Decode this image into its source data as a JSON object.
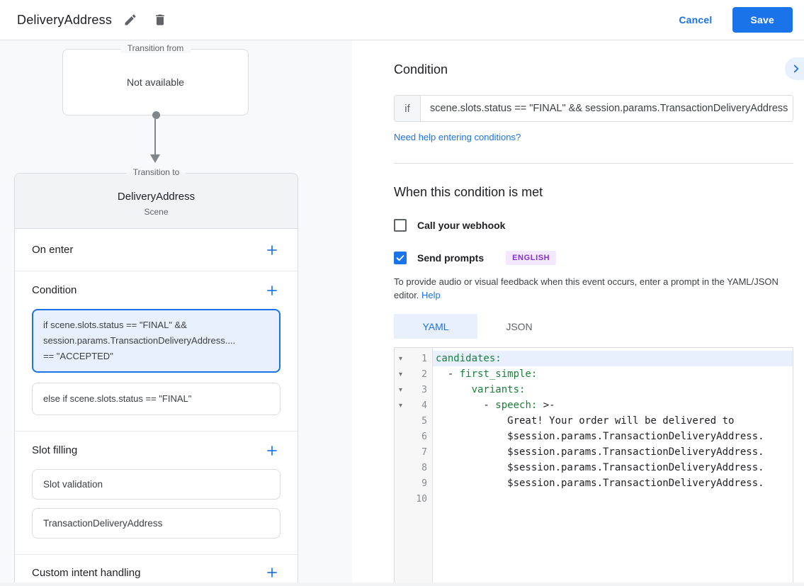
{
  "header": {
    "title": "DeliveryAddress",
    "cancel_label": "Cancel",
    "save_label": "Save"
  },
  "left_panel": {
    "transition_from": {
      "label": "Transition from",
      "value": "Not available"
    },
    "transition_to": {
      "label": "Transition to",
      "scene_name": "DeliveryAddress",
      "scene_type": "Scene"
    },
    "on_enter_label": "On enter",
    "condition_label": "Condition",
    "condition_cards": [
      {
        "selected": true,
        "lines": [
          "if scene.slots.status == \"FINAL\" &&",
          "session.params.TransactionDeliveryAddress....",
          "== \"ACCEPTED\""
        ]
      },
      {
        "selected": false,
        "lines": [
          "else if scene.slots.status == \"FINAL\""
        ]
      }
    ],
    "slot_filling_label": "Slot filling",
    "slot_cards": [
      "Slot validation",
      "TransactionDeliveryAddress"
    ],
    "custom_intent_label": "Custom intent handling"
  },
  "right_panel": {
    "condition_title": "Condition",
    "if_label": "if",
    "if_value": "scene.slots.status == \"FINAL\" && session.params.TransactionDeliveryAddress",
    "help_link": "Need help entering conditions?",
    "when_title": "When this condition is met",
    "webhook": {
      "label": "Call your webhook",
      "checked": false
    },
    "send_prompts": {
      "label": "Send prompts",
      "checked": true,
      "badge": "ENGLISH"
    },
    "hint_text": "To provide audio or visual feedback when this event occurs, enter a prompt in the YAML/JSON editor.",
    "hint_help_label": "Help",
    "tabs": [
      {
        "label": "YAML",
        "active": true
      },
      {
        "label": "JSON",
        "active": false
      }
    ],
    "editor": {
      "fold_icon": "▾",
      "lines": [
        {
          "n": "1",
          "fold": true,
          "hl": true,
          "parts": [
            [
              "k",
              "candidates:"
            ]
          ]
        },
        {
          "n": "2",
          "fold": true,
          "hl": false,
          "parts": [
            [
              "p",
              "  - "
            ],
            [
              "k",
              "first_simple:"
            ]
          ]
        },
        {
          "n": "3",
          "fold": true,
          "hl": false,
          "parts": [
            [
              "p",
              "      "
            ],
            [
              "k",
              "variants:"
            ]
          ]
        },
        {
          "n": "4",
          "fold": true,
          "hl": false,
          "parts": [
            [
              "p",
              "        - "
            ],
            [
              "k",
              "speech:"
            ],
            [
              "p",
              " >-"
            ]
          ]
        },
        {
          "n": "5",
          "fold": false,
          "hl": false,
          "parts": [
            [
              "p",
              "            Great! Your order will be delivered to"
            ]
          ]
        },
        {
          "n": "6",
          "fold": false,
          "hl": false,
          "parts": [
            [
              "p",
              "            $session.params.TransactionDeliveryAddress."
            ]
          ]
        },
        {
          "n": "7",
          "fold": false,
          "hl": false,
          "parts": [
            [
              "p",
              "            $session.params.TransactionDeliveryAddress."
            ]
          ]
        },
        {
          "n": "8",
          "fold": false,
          "hl": false,
          "parts": [
            [
              "p",
              "            $session.params.TransactionDeliveryAddress."
            ]
          ]
        },
        {
          "n": "9",
          "fold": false,
          "hl": false,
          "parts": [
            [
              "p",
              "            $session.params.TransactionDeliveryAddress."
            ]
          ]
        },
        {
          "n": "10",
          "fold": false,
          "hl": false,
          "parts": []
        }
      ]
    }
  },
  "colors": {
    "accent": "#1a73e8",
    "selected_bg": "#e8f0fe",
    "yaml_key_green": "#188038",
    "badge_bg": "#f3e8fd",
    "badge_text": "#8430ce",
    "panel_bg": "#f8f9fa"
  }
}
